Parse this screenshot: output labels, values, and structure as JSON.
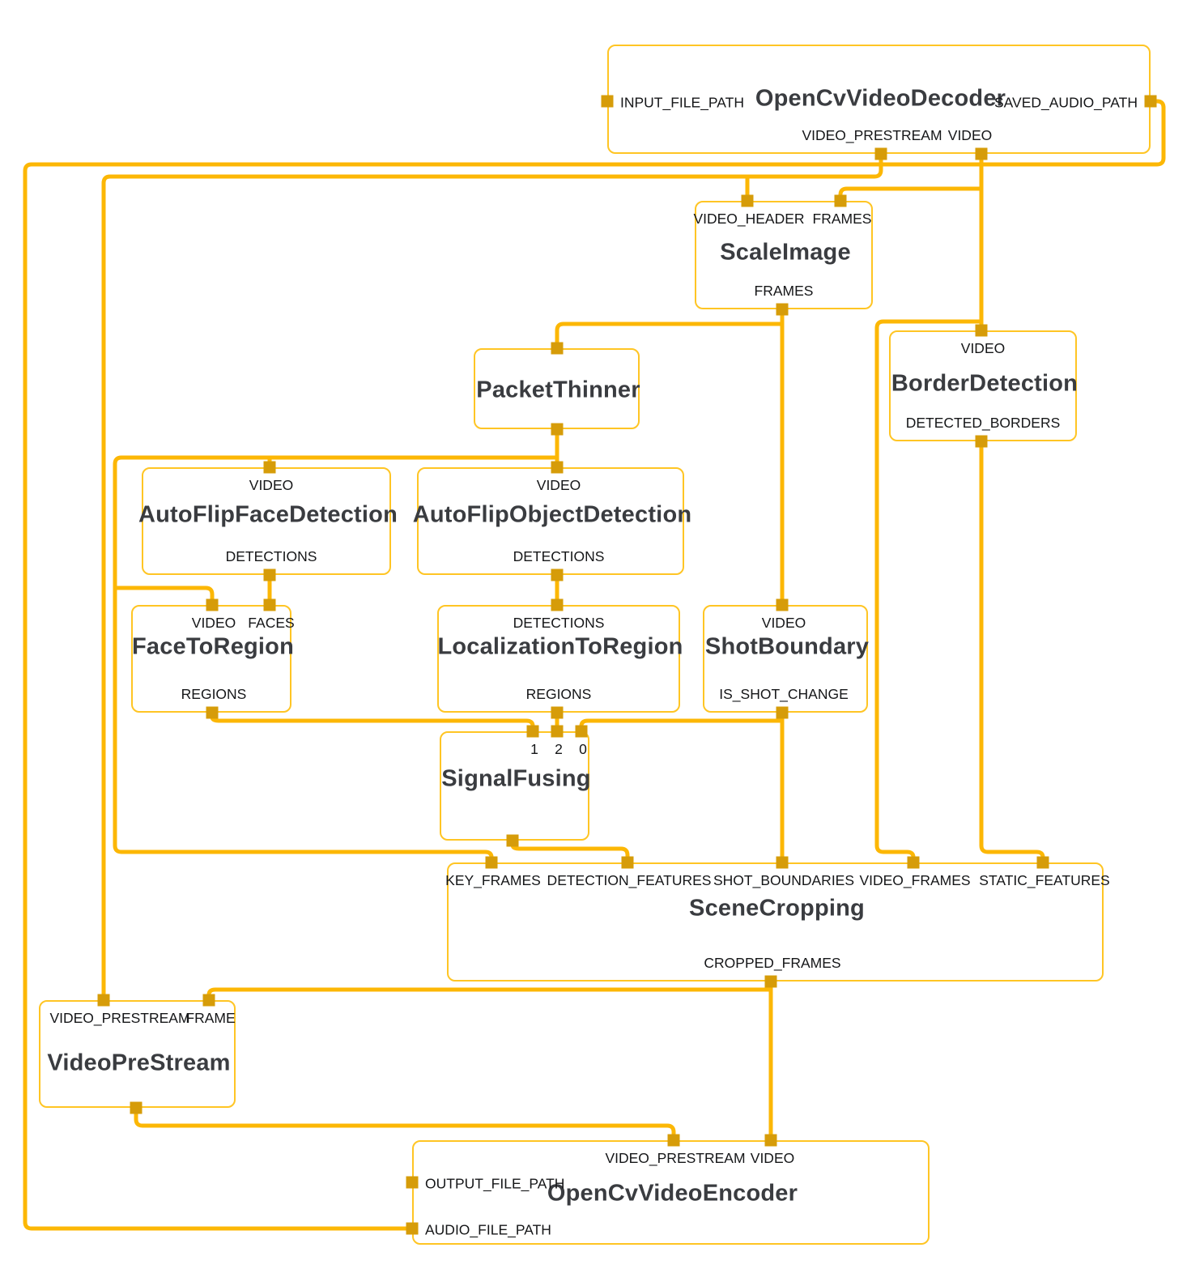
{
  "colors": {
    "background": "#ffffff",
    "node_border": "#FFC524",
    "edge": "#FCB705",
    "port": "#D69C09",
    "title_text": "#3A3C40",
    "label_text": "#151618"
  },
  "graph": {
    "nodes": [
      {
        "id": "OpenCvVideoDecoder",
        "title": "OpenCvVideoDecoder",
        "ports": [
          {
            "name": "INPUT_FILE_PATH",
            "side": "left"
          },
          {
            "name": "SAVED_AUDIO_PATH",
            "side": "right"
          },
          {
            "name": "VIDEO_PRESTREAM",
            "side": "bottom"
          },
          {
            "name": "VIDEO",
            "side": "bottom"
          }
        ]
      },
      {
        "id": "ScaleImage",
        "title": "ScaleImage",
        "ports": [
          {
            "name": "VIDEO_HEADER",
            "side": "top"
          },
          {
            "name": "FRAMES",
            "side": "top"
          },
          {
            "name": "FRAMES",
            "side": "bottom"
          }
        ]
      },
      {
        "id": "PacketThinner",
        "title": "PacketThinner",
        "ports": [
          {
            "name": "",
            "side": "top"
          },
          {
            "name": "",
            "side": "bottom"
          }
        ]
      },
      {
        "id": "BorderDetection",
        "title": "BorderDetection",
        "ports": [
          {
            "name": "VIDEO",
            "side": "top"
          },
          {
            "name": "DETECTED_BORDERS",
            "side": "bottom"
          }
        ]
      },
      {
        "id": "AutoFlipFaceDetection",
        "title": "AutoFlipFaceDetection",
        "ports": [
          {
            "name": "VIDEO",
            "side": "top"
          },
          {
            "name": "DETECTIONS",
            "side": "bottom"
          }
        ]
      },
      {
        "id": "AutoFlipObjectDetection",
        "title": "AutoFlipObjectDetection",
        "ports": [
          {
            "name": "VIDEO",
            "side": "top"
          },
          {
            "name": "DETECTIONS",
            "side": "bottom"
          }
        ]
      },
      {
        "id": "FaceToRegion",
        "title": "FaceToRegion",
        "ports": [
          {
            "name": "VIDEO",
            "side": "top"
          },
          {
            "name": "FACES",
            "side": "top"
          },
          {
            "name": "REGIONS",
            "side": "bottom"
          }
        ]
      },
      {
        "id": "LocalizationToRegion",
        "title": "LocalizationToRegion",
        "ports": [
          {
            "name": "DETECTIONS",
            "side": "top"
          },
          {
            "name": "REGIONS",
            "side": "bottom"
          }
        ]
      },
      {
        "id": "ShotBoundary",
        "title": "ShotBoundary",
        "ports": [
          {
            "name": "VIDEO",
            "side": "top"
          },
          {
            "name": "IS_SHOT_CHANGE",
            "side": "bottom"
          }
        ]
      },
      {
        "id": "SignalFusing",
        "title": "SignalFusing",
        "ports": [
          {
            "name": "1",
            "side": "top"
          },
          {
            "name": "2",
            "side": "top"
          },
          {
            "name": "0",
            "side": "top"
          },
          {
            "name": "",
            "side": "bottom"
          }
        ]
      },
      {
        "id": "SceneCropping",
        "title": "SceneCropping",
        "ports": [
          {
            "name": "KEY_FRAMES",
            "side": "top"
          },
          {
            "name": "DETECTION_FEATURES",
            "side": "top"
          },
          {
            "name": "SHOT_BOUNDARIES",
            "side": "top"
          },
          {
            "name": "VIDEO_FRAMES",
            "side": "top"
          },
          {
            "name": "STATIC_FEATURES",
            "side": "top"
          },
          {
            "name": "CROPPED_FRAMES",
            "side": "bottom"
          }
        ]
      },
      {
        "id": "VideoPreStream",
        "title": "VideoPreStream",
        "ports": [
          {
            "name": "VIDEO_PRESTREAM",
            "side": "top"
          },
          {
            "name": "FRAME",
            "side": "top"
          },
          {
            "name": "",
            "side": "bottom"
          }
        ]
      },
      {
        "id": "OpenCvVideoEncoder",
        "title": "OpenCvVideoEncoder",
        "ports": [
          {
            "name": "VIDEO_PRESTREAM",
            "side": "top"
          },
          {
            "name": "VIDEO",
            "side": "top"
          },
          {
            "name": "OUTPUT_FILE_PATH",
            "side": "left"
          },
          {
            "name": "AUDIO_FILE_PATH",
            "side": "left"
          }
        ]
      }
    ],
    "edges": [
      {
        "from": "OpenCvVideoDecoder.SAVED_AUDIO_PATH",
        "to": [
          "OpenCvVideoEncoder.AUDIO_FILE_PATH"
        ]
      },
      {
        "from": "OpenCvVideoDecoder.VIDEO_PRESTREAM",
        "to": [
          "ScaleImage.VIDEO_HEADER",
          "VideoPreStream.VIDEO_PRESTREAM"
        ]
      },
      {
        "from": "OpenCvVideoDecoder.VIDEO",
        "to": [
          "ScaleImage.FRAMES",
          "BorderDetection.VIDEO",
          "SceneCropping.VIDEO_FRAMES"
        ]
      },
      {
        "from": "ScaleImage.FRAMES",
        "to": [
          "PacketThinner",
          "ShotBoundary.VIDEO"
        ]
      },
      {
        "from": "PacketThinner",
        "to": [
          "AutoFlipFaceDetection.VIDEO",
          "AutoFlipObjectDetection.VIDEO",
          "FaceToRegion.VIDEO",
          "SceneCropping.KEY_FRAMES"
        ]
      },
      {
        "from": "AutoFlipFaceDetection.DETECTIONS",
        "to": [
          "FaceToRegion.FACES"
        ]
      },
      {
        "from": "AutoFlipObjectDetection.DETECTIONS",
        "to": [
          "LocalizationToRegion.DETECTIONS"
        ]
      },
      {
        "from": "FaceToRegion.REGIONS",
        "to": [
          "SignalFusing.1"
        ]
      },
      {
        "from": "LocalizationToRegion.REGIONS",
        "to": [
          "SignalFusing.2"
        ]
      },
      {
        "from": "ShotBoundary.IS_SHOT_CHANGE",
        "to": [
          "SignalFusing.0",
          "SceneCropping.SHOT_BOUNDARIES"
        ]
      },
      {
        "from": "SignalFusing",
        "to": [
          "SceneCropping.DETECTION_FEATURES"
        ]
      },
      {
        "from": "BorderDetection.DETECTED_BORDERS",
        "to": [
          "SceneCropping.STATIC_FEATURES"
        ]
      },
      {
        "from": "SceneCropping.CROPPED_FRAMES",
        "to": [
          "OpenCvVideoEncoder.VIDEO",
          "VideoPreStream.FRAME"
        ]
      },
      {
        "from": "VideoPreStream",
        "to": [
          "OpenCvVideoEncoder.VIDEO_PRESTREAM"
        ]
      }
    ]
  }
}
